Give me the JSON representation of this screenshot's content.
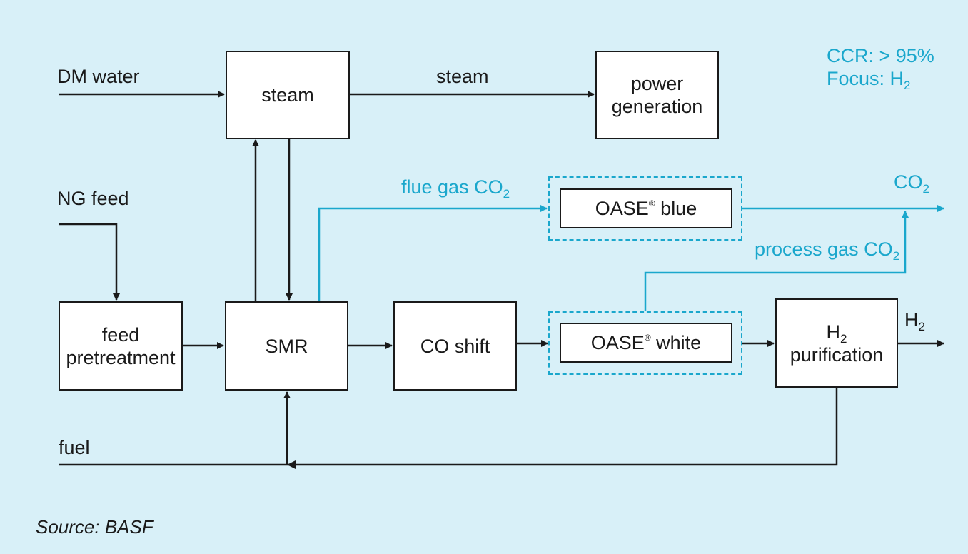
{
  "inputs": {
    "dm_water": "DM water",
    "ng_feed": "NG feed",
    "fuel": "fuel"
  },
  "boxes": {
    "steam": "steam",
    "power_line1": "power",
    "power_line2": "generation",
    "feed_line1": "feed",
    "feed_line2": "pretreatment",
    "smr": "SMR",
    "co_shift": "CO shift",
    "oase_blue": "OASE",
    "oase_blue_suffix": "blue",
    "oase_white": "OASE",
    "oase_white_suffix": "white",
    "h2_line1": "H",
    "h2_line1_sub": "2",
    "h2_line2": "purification",
    "registered": "®"
  },
  "streams": {
    "steam": "steam",
    "flue_gas": "flue gas CO",
    "flue_gas_sub": "2",
    "process_gas": "process gas CO",
    "process_gas_sub": "2",
    "co2_out": "CO",
    "co2_out_sub": "2",
    "h2_out": "H",
    "h2_out_sub": "2"
  },
  "info": {
    "ccr": "CCR: > 95%",
    "focus": "Focus: H",
    "focus_sub": "2"
  },
  "source": "Source: BASF",
  "colors": {
    "background": "#d8f0f8",
    "line": "#1a1a1a",
    "accent": "#1aa7cc"
  }
}
